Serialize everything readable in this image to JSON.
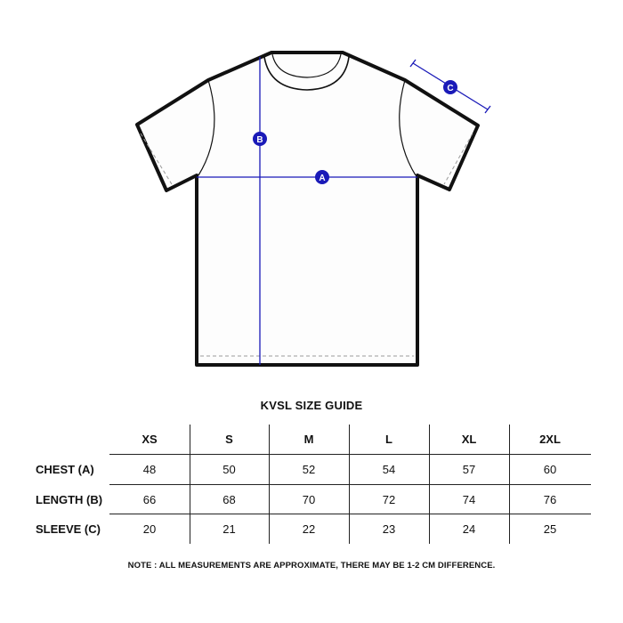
{
  "diagram": {
    "markers": {
      "a": "A",
      "b": "B",
      "c": "C"
    },
    "colors": {
      "outline": "#111111",
      "measure": "#1a1ab8",
      "seam": "#9a9a9a"
    }
  },
  "title": "KVSL SIZE GUIDE",
  "table": {
    "columns": [
      "XS",
      "S",
      "M",
      "L",
      "XL",
      "2XL"
    ],
    "rows": [
      {
        "label": "CHEST (A)",
        "values": [
          "48",
          "50",
          "52",
          "54",
          "57",
          "60"
        ]
      },
      {
        "label": "LENGTH (B)",
        "values": [
          "66",
          "68",
          "70",
          "72",
          "74",
          "76"
        ]
      },
      {
        "label": "SLEEVE (C)",
        "values": [
          "20",
          "21",
          "22",
          "23",
          "24",
          "25"
        ]
      }
    ]
  },
  "note": "NOTE : ALL MEASUREMENTS ARE APPROXIMATE, THERE MAY BE 1-2 CM DIFFERENCE."
}
